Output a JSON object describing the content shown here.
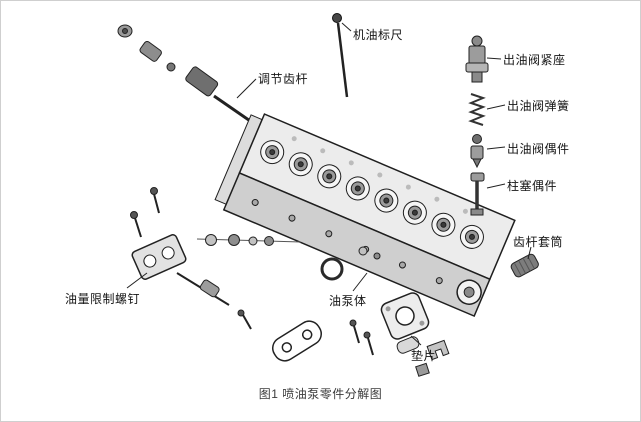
{
  "figure": {
    "caption": "图1 喷油泵零件分解图"
  },
  "labels": {
    "dipstick": "机油标尺",
    "adjust_rack": "调节齿杆",
    "delivery_valve_seat": "出油阀紧座",
    "delivery_valve_spring": "出油阀弹簧",
    "delivery_valve_pair": "出油阀偶件",
    "plunger_pair": "柱塞偶件",
    "rack_sleeve": "齿杆套筒",
    "fuel_limit_screw": "油量限制螺钉",
    "pump_body": "油泵体",
    "shim": "垫片"
  }
}
